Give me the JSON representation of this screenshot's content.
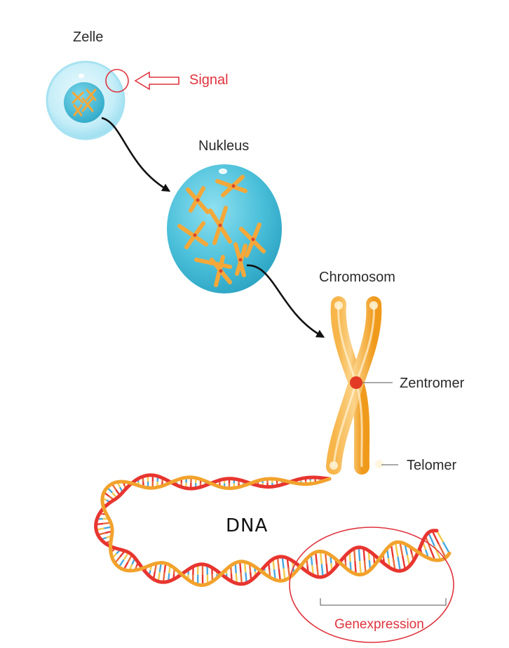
{
  "labels": {
    "cell": "Zelle",
    "signal": "Signal",
    "nucleus": "Nukleus",
    "chromosome": "Chromosom",
    "centromere": "Zentromer",
    "telomere": "Telomer",
    "dna": "DNA",
    "gene_expression": "Genexpression"
  },
  "colors": {
    "accent_red": "#e0333d",
    "cell_blue": "#5fc8df",
    "nucleus_blue": "#4cc0da",
    "chromosome_orange": "#f5a623",
    "dna_red": "#e8352f",
    "dna_orange": "#f2a22c",
    "base_blue": "#4aa8e0",
    "arrow": "#111111"
  }
}
